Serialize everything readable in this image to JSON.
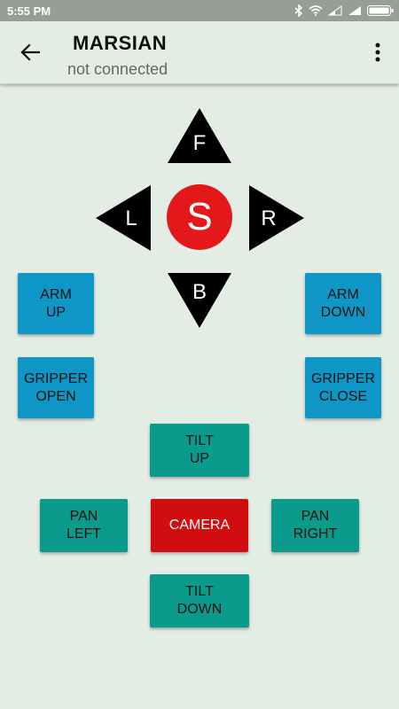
{
  "status_bar": {
    "time": "5:55 PM"
  },
  "app_bar": {
    "title": "MARSIAN",
    "subtitle": "not connected",
    "back_icon": "arrow-left-icon",
    "menu_icon": "more-vertical-icon"
  },
  "direction_pad": {
    "forward": "F",
    "left": "L",
    "stop": "S",
    "right": "R",
    "back": "B"
  },
  "arm": {
    "up": "ARM\nUP",
    "down": "ARM\nDOWN"
  },
  "gripper": {
    "open": "GRIPPER\nOPEN",
    "close": "GRIPPER\nCLOSE"
  },
  "camera": {
    "tilt_up": "TILT\nUP",
    "pan_left": "PAN\nLEFT",
    "center": "CAMERA",
    "pan_right": "PAN\nRIGHT",
    "tilt_down": "TILT\nDOWN"
  },
  "colors": {
    "arm_gripper": "#0e97c6",
    "camera_controls": "#0a9b8c",
    "camera_center": "#d10d10",
    "stop": "#e4181b"
  }
}
